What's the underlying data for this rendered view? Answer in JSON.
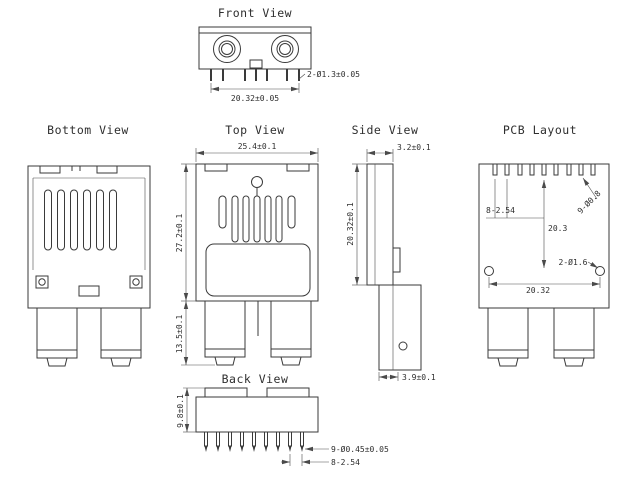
{
  "colors": {
    "line": "#3a3a3a",
    "background": "#ffffff"
  },
  "drawing": {
    "front": {
      "title": "Front View",
      "dim_hole": "2-Ø1.3±0.05",
      "dim_pitch": "20.32±0.05"
    },
    "bottom": {
      "title": "Bottom View"
    },
    "top": {
      "title": "Top View",
      "dim_width": "25.4±0.1",
      "dim_height": "27.2±0.1",
      "dim_lower": "13.5±0.1"
    },
    "side": {
      "title": "Side View",
      "dim_top": "3.2±0.1",
      "dim_height": "20.32±0.1",
      "dim_bottom": "3.9±0.1"
    },
    "pcb": {
      "title": "PCB Layout",
      "dim_pitch": "8-2.54",
      "dim_pad": "9-Ø0.8",
      "dim_vert": "20.3",
      "dim_mount": "2-Ø1.6",
      "dim_span": "20.32"
    },
    "back": {
      "title": "Back View",
      "dim_height": "9.8±0.1",
      "dim_pin": "9-Ø0.45±0.05",
      "dim_pitch": "8-2.54"
    }
  }
}
